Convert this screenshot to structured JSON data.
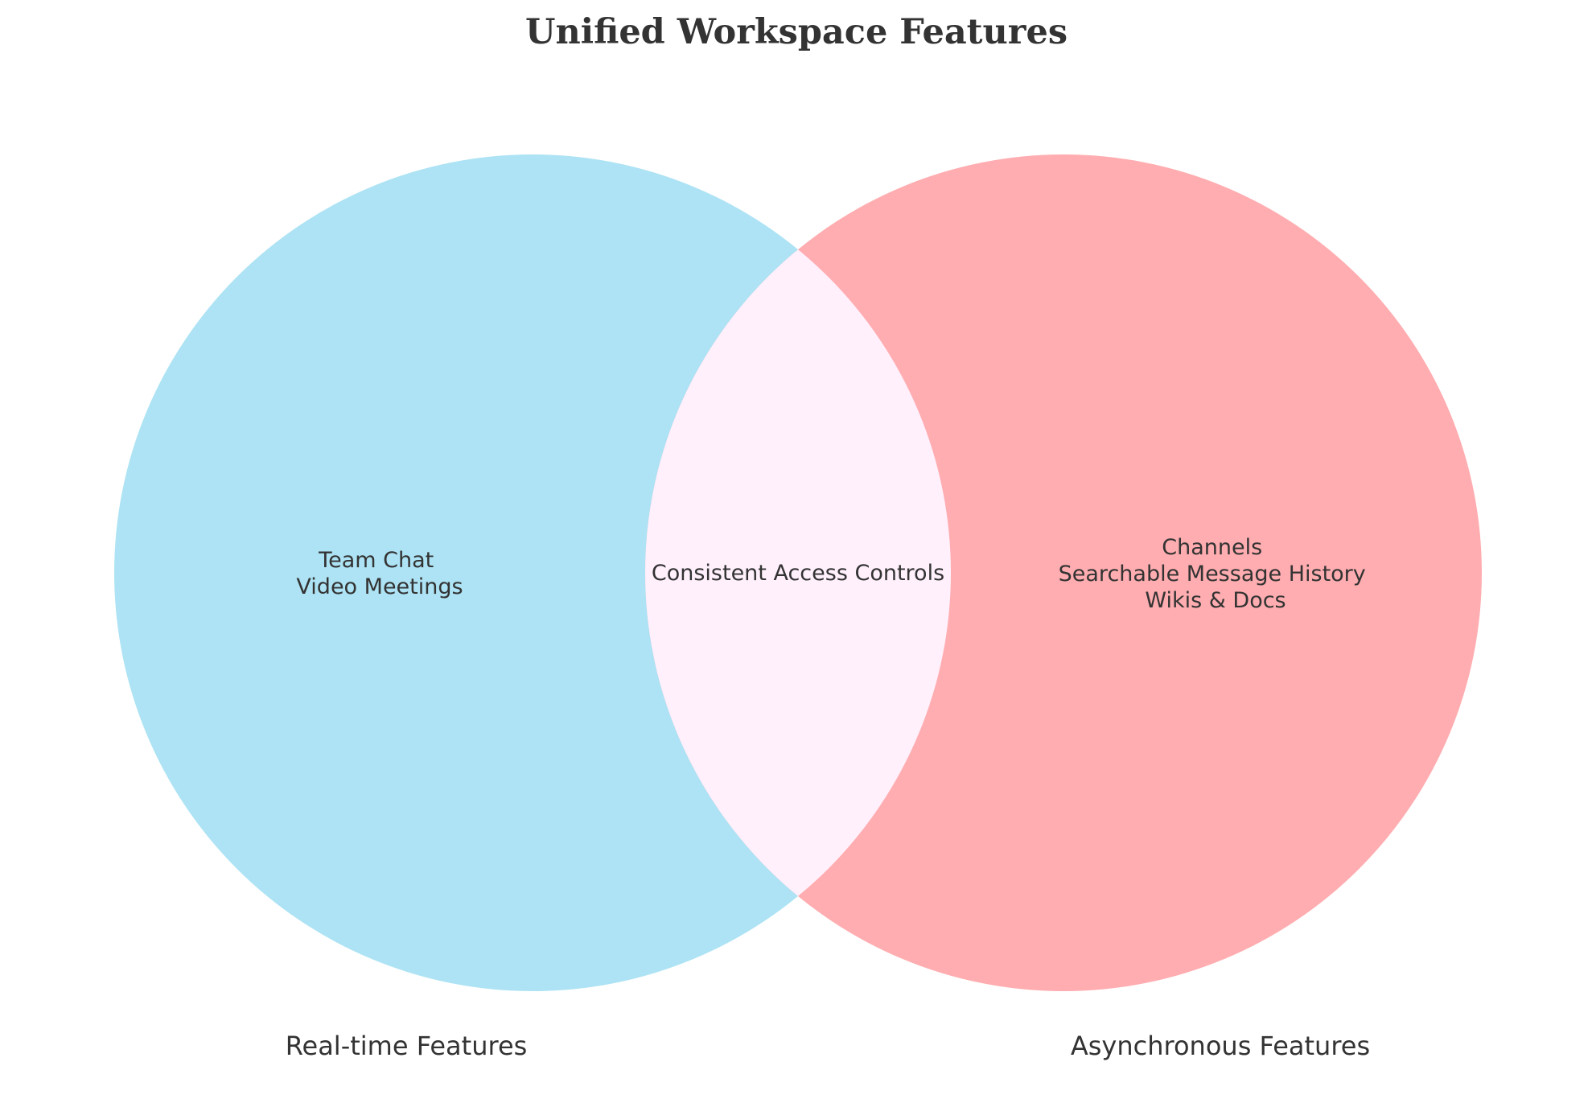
{
  "title": "Unified Workspace Features",
  "sets": [
    {
      "name": "Real-time Features",
      "color": "#ade3f4",
      "items": [
        "Team Chat",
        "Video Meetings"
      ]
    },
    {
      "name": "Asynchronous Features",
      "color": "#ffadb0",
      "items": [
        "Channels",
        "Searchable Message History",
        "Wikis & Docs"
      ]
    }
  ],
  "intersection": {
    "color": "#fff0fc",
    "items": [
      "Consistent Access Controls"
    ]
  }
}
